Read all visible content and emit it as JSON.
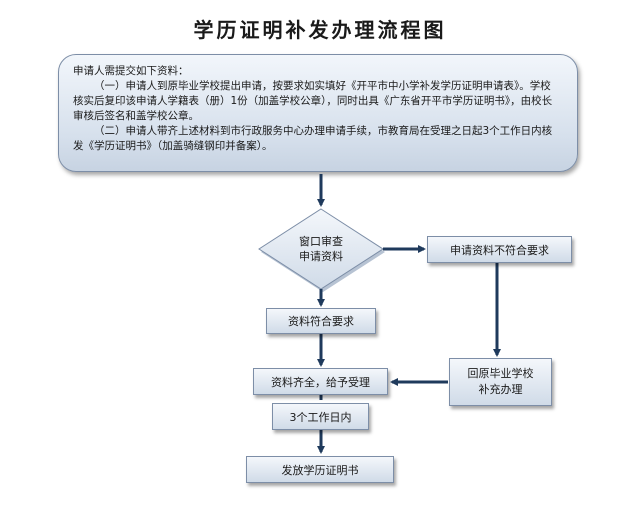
{
  "title": "学历证明补发办理流程图",
  "info": {
    "heading": "申请人需提交如下资料：",
    "item1": "（一）申请人到原毕业学校提出申请，按要求如实填好《开平市中小学补发学历证明申请表》。学校核实后复印该申请人学籍表（册）1份（加盖学校公章），同时出具《广东省开平市学历证明书》，由校长审核后签名和盖学校公章。",
    "item2": "（二）申请人带齐上述材料到市行政服务中心办理申请手续，市教育局在受理之日起3个工作日内核发《学历证明书》（加盖骑缝钢印并备案）。"
  },
  "nodes": {
    "review_line1": "窗口审查",
    "review_line2": "申请资料",
    "meets": "资料符合要求",
    "not_meet": "申请资料不符合要求",
    "back_line1": "回原毕业学校",
    "back_line2": "补充办理",
    "accept": "资料齐全，给予受理",
    "days": "3个工作日内",
    "issue": "发放学历证明书"
  },
  "colors": {
    "arrow": "#1f3a5c",
    "border": "#7d8ea7",
    "fill_top": "#f4f7fb",
    "fill_bottom": "#d0dbe8"
  }
}
